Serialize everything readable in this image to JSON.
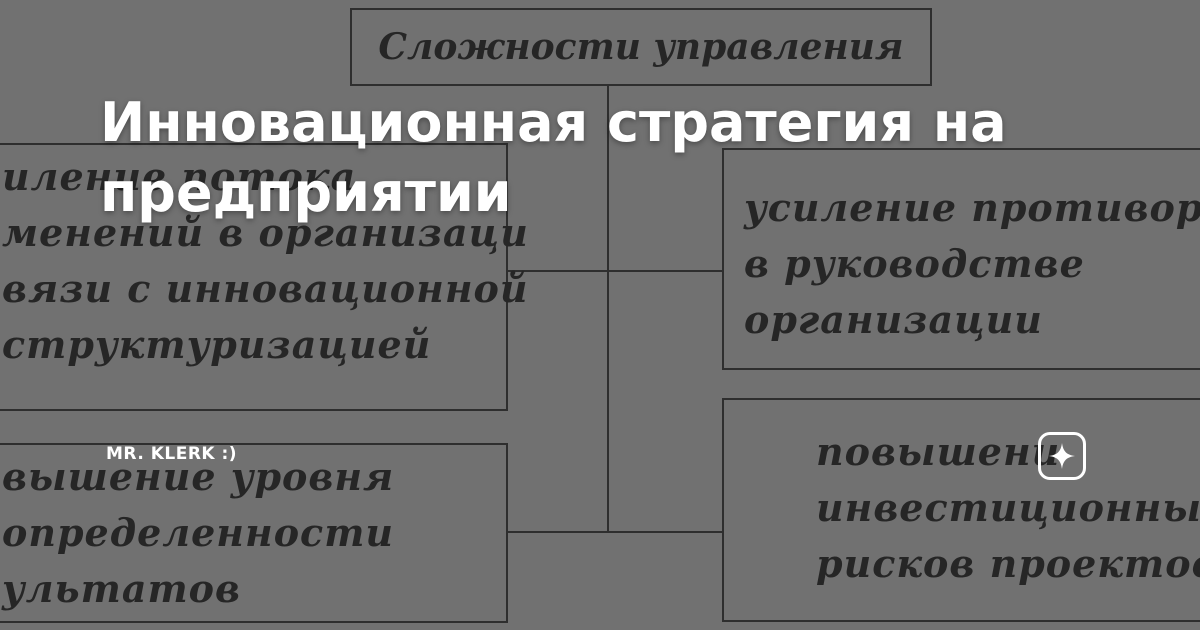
{
  "diagram": {
    "top_box": "Сложности управления",
    "left_box_1": [
      "иление потока",
      "менений в организаци",
      "вязи с инновационной",
      "структуризацией"
    ],
    "left_box_2": [
      "вышение уровня",
      "определенности",
      "ультатов"
    ],
    "right_box_1": [
      "усиление противореч",
      "в руководстве",
      "организации"
    ],
    "right_box_2": [
      "повышени",
      "инвестиционных",
      "рисков проектов"
    ]
  },
  "overlay": {
    "headline": "Инновационная стратегия на предприятии",
    "source": "MR. KLERK :)",
    "icon": "sparkle-icon"
  },
  "colors": {
    "background": "#707070",
    "overlay_text": "#ffffff",
    "diagram_ink": "#1e1e1e"
  }
}
